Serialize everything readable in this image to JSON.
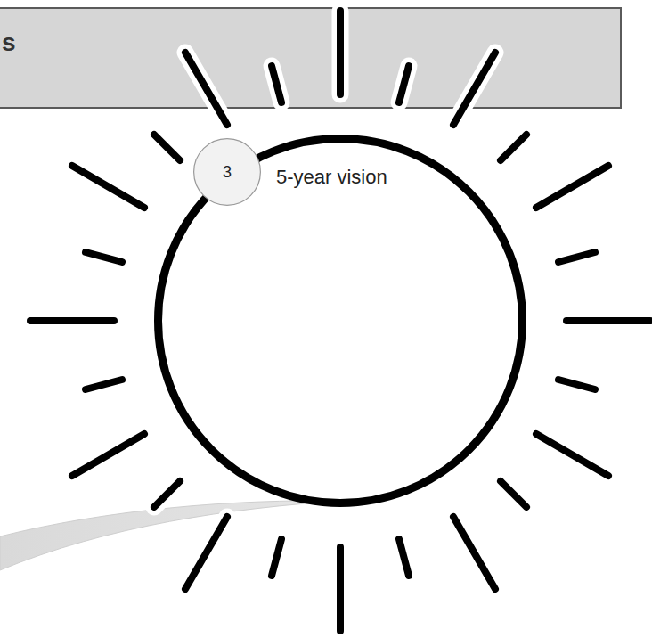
{
  "diagram": {
    "nodes": [
      {
        "text": [
          "s"
        ]
      },
      {
        "text": [
          "3"
        ]
      },
      {
        "text": [
          "5-year vision"
        ]
      }
    ]
  }
}
